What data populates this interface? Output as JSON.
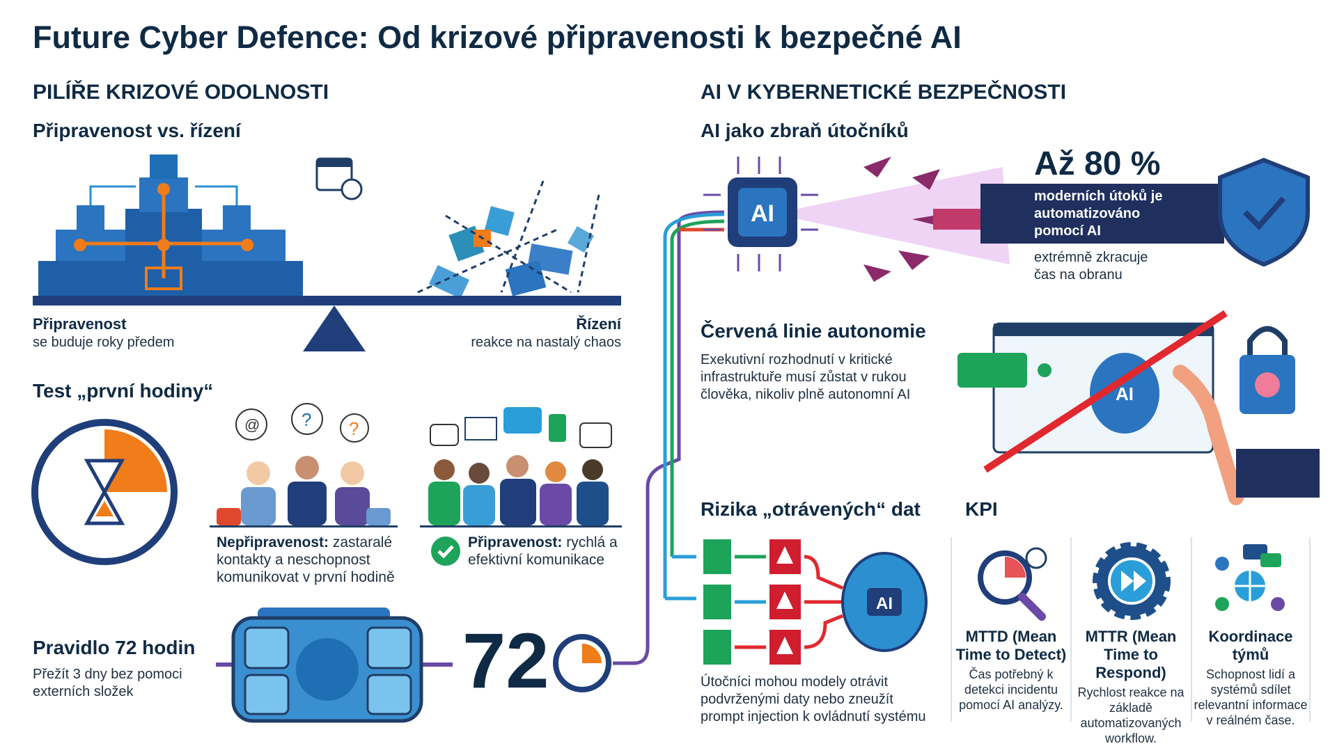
{
  "title": "Future Cyber Defence: Od krizové připravenosti k bezpečné AI",
  "left": {
    "heading": "PILÍŘE KRIZOVÉ ODOLNOSTI",
    "seesaw": {
      "title": "Připravenost vs. řízení",
      "left_label": "Připravenost",
      "left_sub": "se buduje roky předem",
      "right_label": "Řízení",
      "right_sub": "reakce na nastalý chaos"
    },
    "first_hour": {
      "title": "Test „první hodiny“",
      "bad_label": "Nepřipravenost:",
      "bad_text": " zastaralé kontakty a neschopnost komunikovat v první hodině",
      "good_label": "Připravenost:",
      "good_text": " rychlá a efektivní komunikace"
    },
    "rule72": {
      "title": "Pravidlo 72 hodin",
      "text": "Přežít 3 dny bez pomoci externích složek",
      "number": "72"
    }
  },
  "right": {
    "heading": "AI V KYBERNETICKÉ BEZPEČNOSTI",
    "weapon": {
      "title": "AI jako zbraň útočníků",
      "chip": "AI",
      "stat": "Až 80 %",
      "banner": "moderních útoků je automatizováno pomocí AI",
      "sub": "extrémně zkracuje čas na obranu"
    },
    "redline": {
      "title": "Červená linie autonomie",
      "text": "Exekutivní rozhodnutí v kritické infrastruktuře musí zůstat v rukou člověka, nikoliv plně autonomní AI",
      "ai": "AI"
    },
    "poison": {
      "title": "Rizika „otrávených“ dat",
      "ai": "AI",
      "text": "Útočníci mohou modely otrávit podvrženými daty nebo zneužít prompt injection k ovládnutí systému"
    },
    "kpi": {
      "title": "KPI",
      "items": [
        {
          "title": "MTTD (Mean Time to Detect)",
          "text": "Čas potřebný k detekci incidentu pomocí AI analýzy."
        },
        {
          "title": "MTTR (Mean Time to Respond)",
          "text": "Rychlost reakce na základě automatizovaných workflow."
        },
        {
          "title": "Koordinace týmů",
          "text": "Schopnost lidí a systémů sdílet relevantní informace v reálném čase."
        }
      ]
    }
  },
  "colors": {
    "navy": "#0f2a44",
    "blue": "#1f6fb5",
    "orange": "#f07c1a",
    "red": "#e0282e",
    "green": "#1ea35a",
    "purple": "#6a4aa6"
  }
}
